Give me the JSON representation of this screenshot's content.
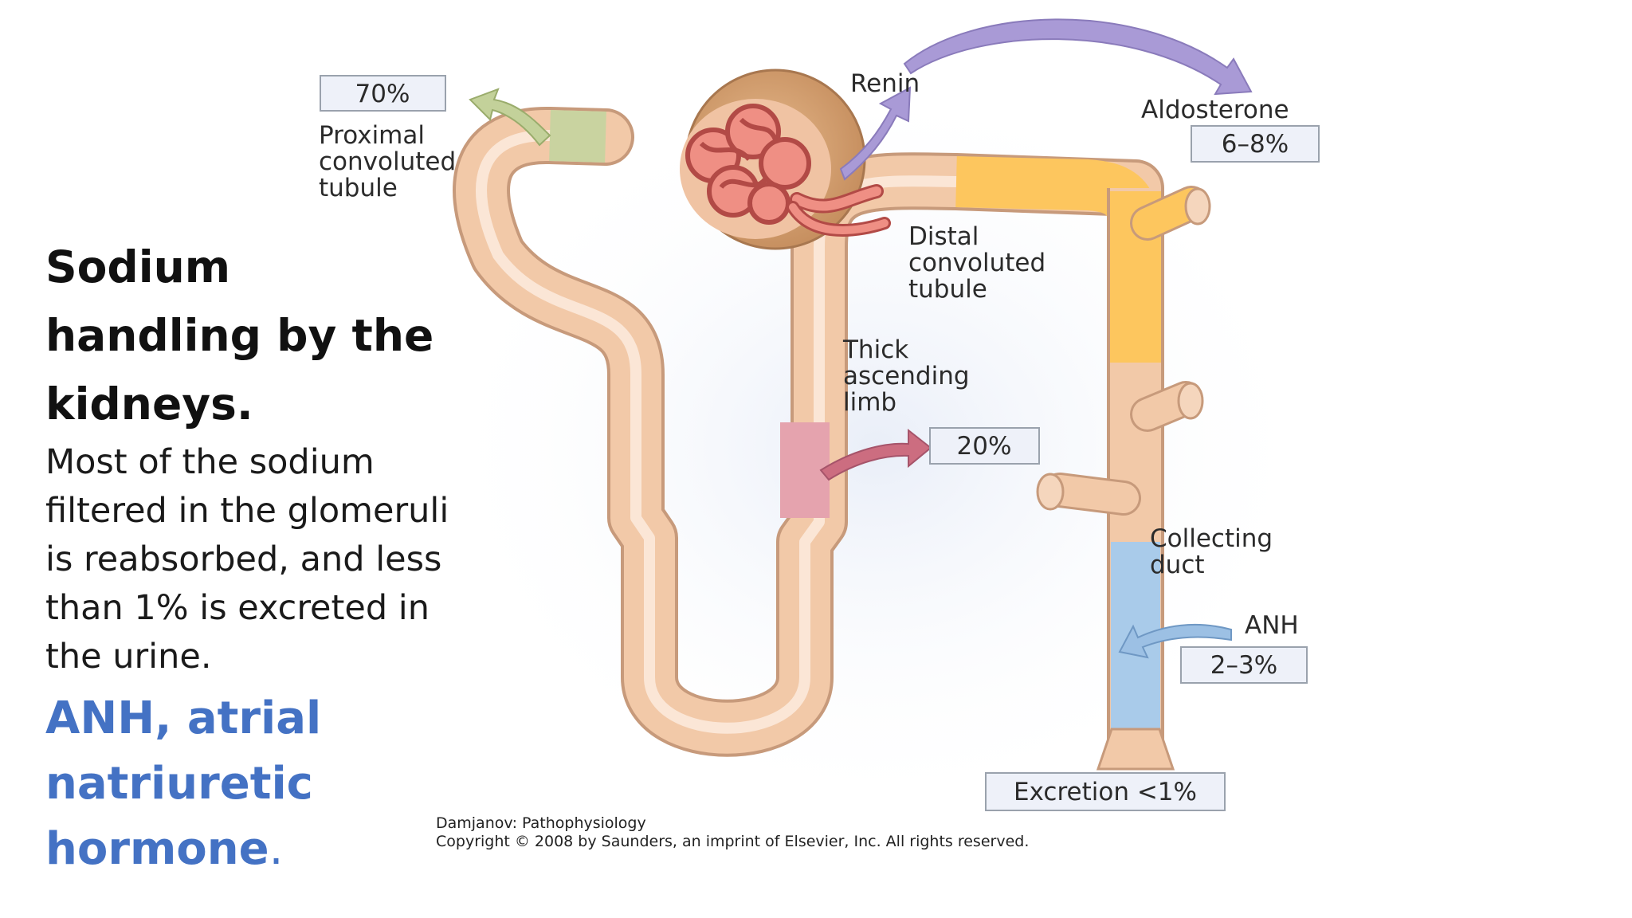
{
  "slide": {
    "title": "Sodium handling by the kidneys.",
    "body": " Most of the sodium filtered in the glomeruli is reabsorbed, and less than 1% is excreted in the urine.",
    "anh_note": "ANH, atrial natriuretic hormone",
    "anh_period": "."
  },
  "diagram": {
    "pct_proximal": "70%",
    "label_proximal": [
      "Proximal",
      "convoluted",
      "tubule"
    ],
    "label_renin": "Renin",
    "label_aldosterone": "Aldosterone",
    "pct_distal": "6–8%",
    "label_distal": [
      "Distal",
      "convoluted",
      "tubule"
    ],
    "label_thick": [
      "Thick",
      "ascending",
      "limb"
    ],
    "pct_thick": "20%",
    "label_collecting": [
      "Collecting",
      "duct"
    ],
    "label_anh": "ANH",
    "pct_collecting": "2–3%",
    "excretion": "Excretion <1%",
    "credit_line1": "Damjanov: Pathophysiology",
    "credit_line2": "Copyright © 2008 by Saunders, an imprint of Elsevier, Inc. All rights reserved."
  },
  "colors": {
    "tubule": "#f2c9a8",
    "proximal_segment": "#c9d3a0",
    "thick_limb_segment": "#e5a3ae",
    "distal_segment": "#fdc65e",
    "collecting_segment": "#a9cbea",
    "renin_arrow": "#a99ad6",
    "proximal_arrow": "#c3d19a",
    "thick_arrow": "#cc6d80",
    "anh_arrow": "#9cc0e4",
    "anh_text": "#4472c4"
  }
}
